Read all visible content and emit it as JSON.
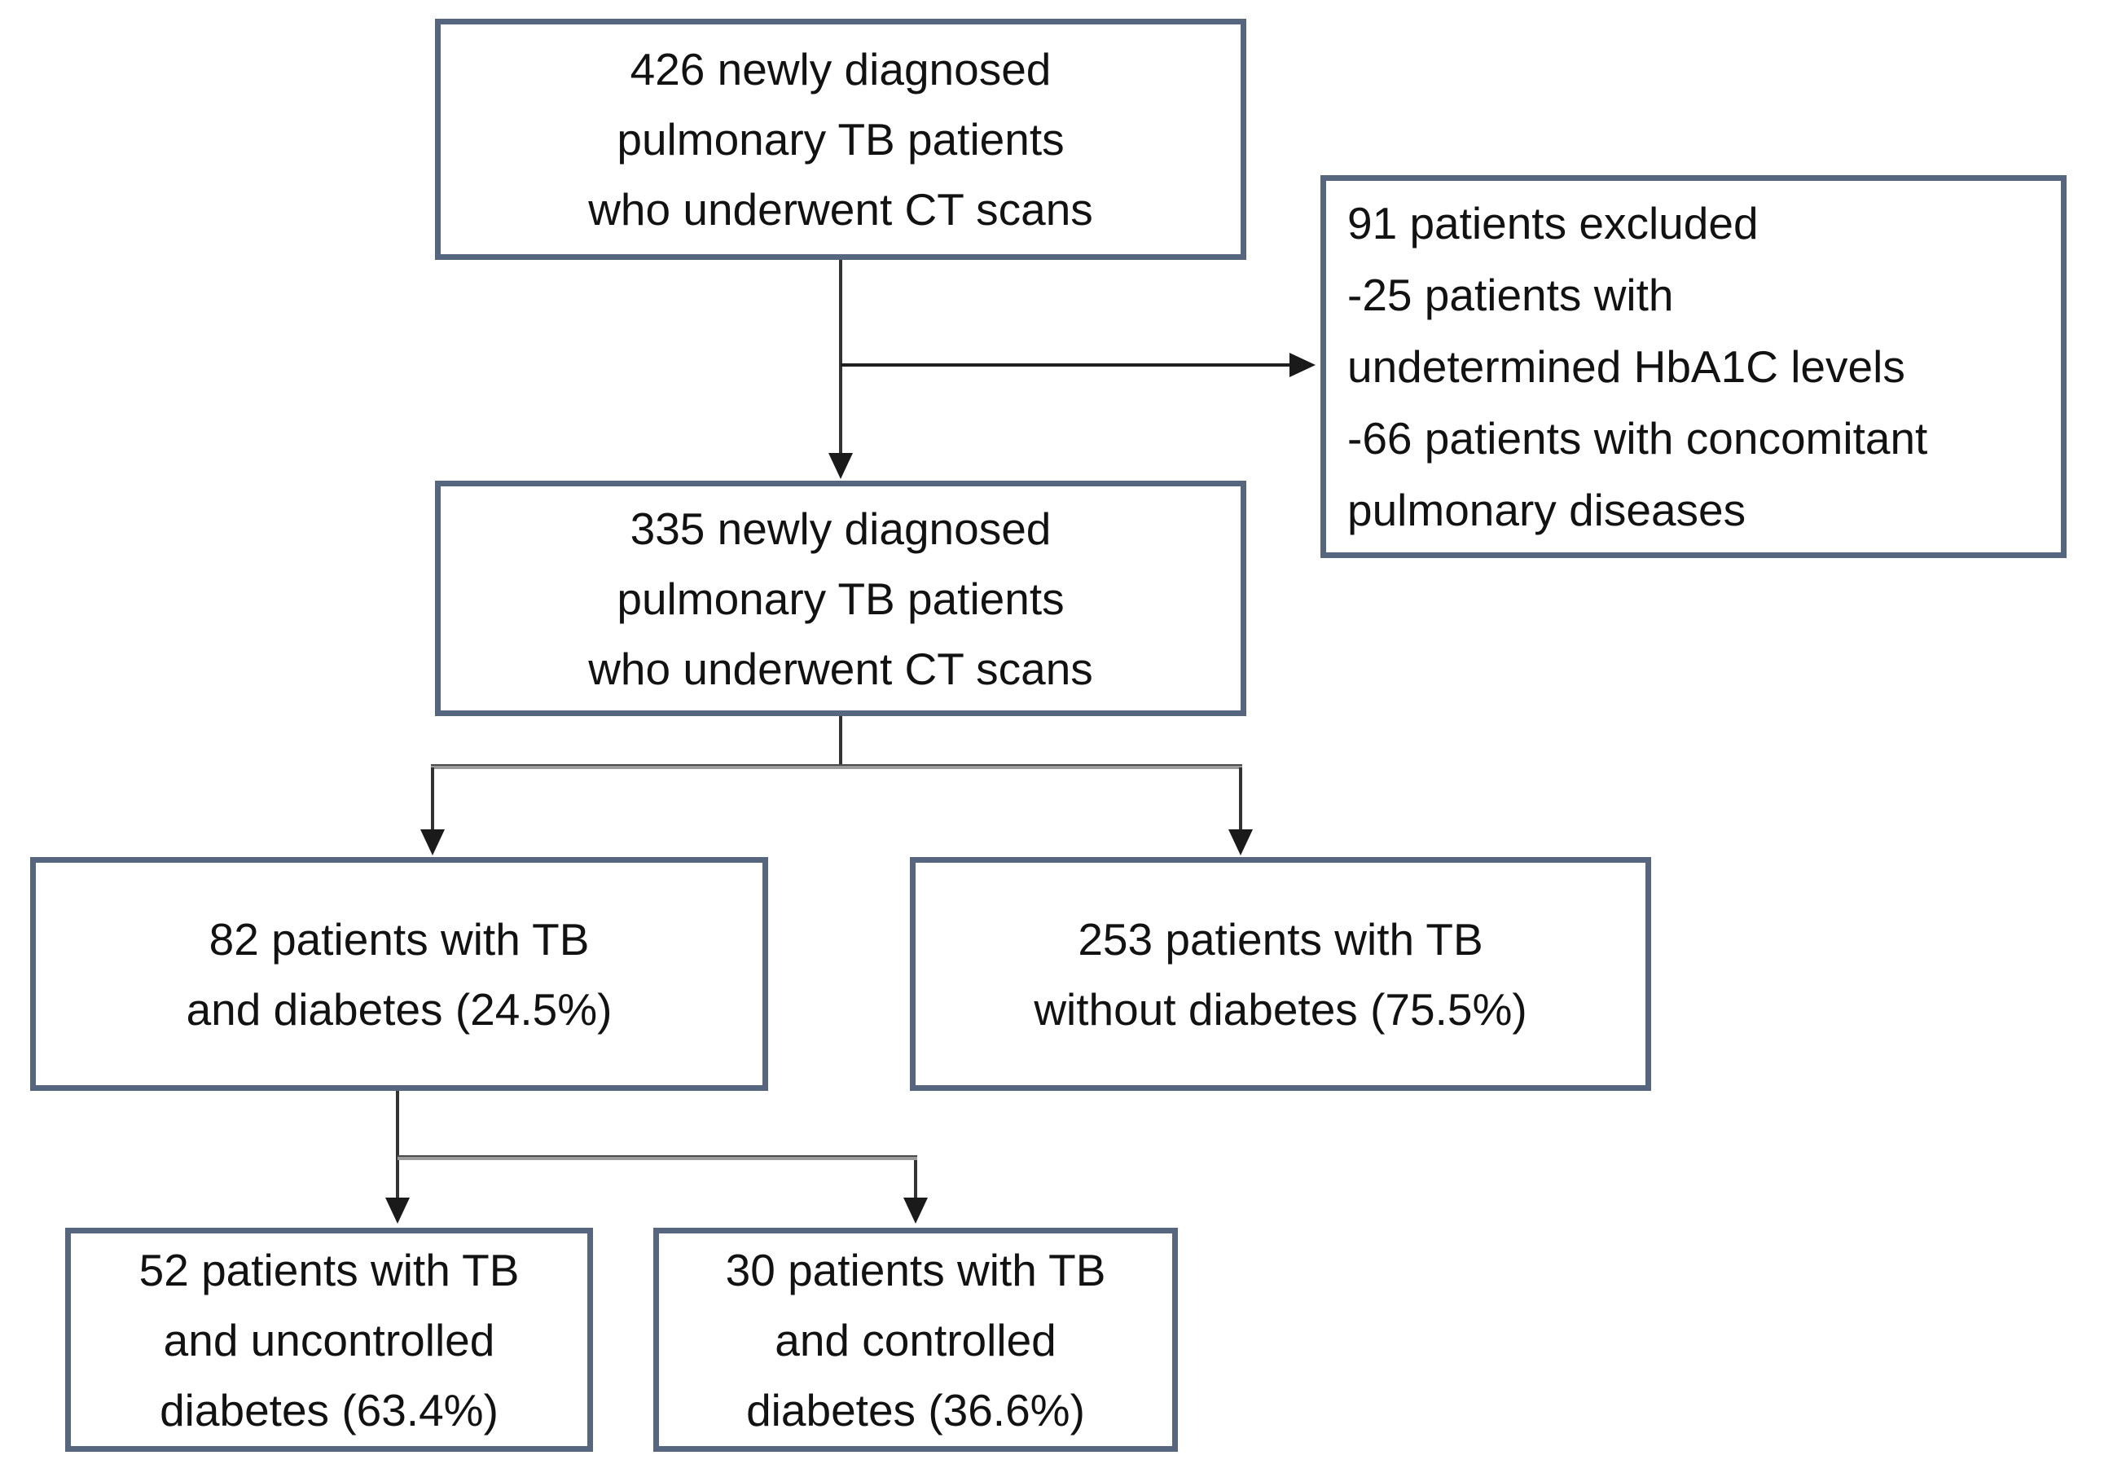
{
  "diagram": {
    "type": "patient-flow-chart",
    "background_color": "#ffffff",
    "box_border_color": "#56667e",
    "connector_color": "#333333",
    "split_bar_color": "#9b9b9b",
    "text_color": "#121212",
    "boxes": {
      "total": {
        "lines": [
          "426 newly diagnosed",
          "pulmonary TB patients",
          "who underwent CT scans"
        ]
      },
      "excluded": {
        "lines": [
          "91 patients excluded",
          "-25 patients with",
          "undetermined HbA1C levels",
          "-66 patients with concomitant",
          "pulmonary diseases"
        ]
      },
      "included": {
        "lines": [
          "335 newly diagnosed",
          "pulmonary TB patients",
          "who underwent CT scans"
        ]
      },
      "tb_diabetes": {
        "lines": [
          "82 patients with TB",
          "and diabetes (24.5%)"
        ]
      },
      "tb_no_diabetes": {
        "lines": [
          "253 patients with TB",
          "without diabetes (75.5%)"
        ]
      },
      "uncontrolled": {
        "lines": [
          "52 patients with TB",
          "and uncontrolled",
          "diabetes (63.4%)"
        ]
      },
      "controlled": {
        "lines": [
          "30 patients with TB",
          "and controlled",
          "diabetes (36.6%)"
        ]
      }
    }
  }
}
